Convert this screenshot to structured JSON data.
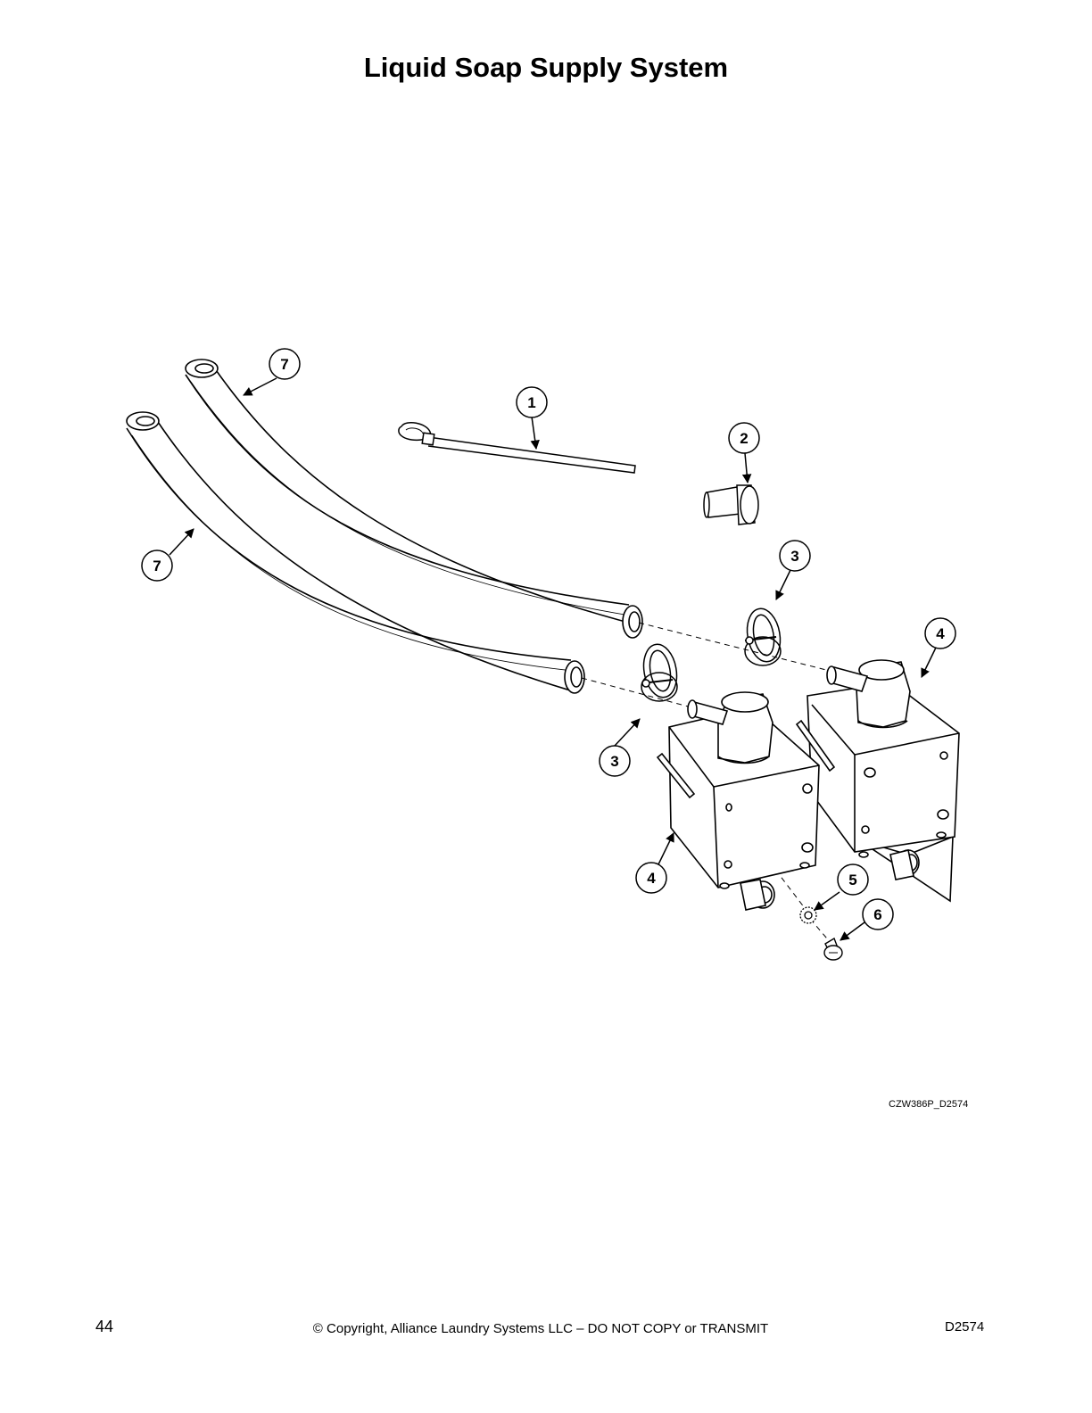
{
  "title": "Liquid Soap Supply System",
  "drawing_id": "CZW386P_D2574",
  "footer": {
    "page_number": "44",
    "copyright": "© Copyright, Alliance Laundry Systems LLC – DO NOT COPY or TRANSMIT",
    "doc_code": "D2574"
  },
  "callouts": [
    "1",
    "2",
    "3",
    "3",
    "4",
    "4",
    "5",
    "6",
    "7",
    "7"
  ]
}
